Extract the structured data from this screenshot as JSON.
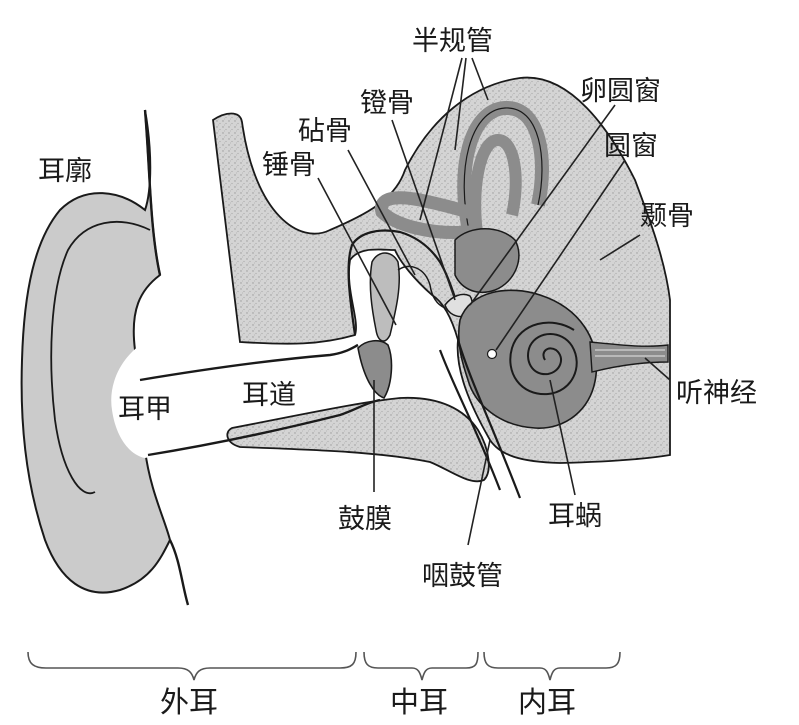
{
  "labels": {
    "pinna": "耳廓",
    "concha": "耳甲",
    "ear_canal": "耳道",
    "malleus": "锤骨",
    "incus": "砧骨",
    "stapes": "镫骨",
    "semicircular_canals": "半规管",
    "oval_window": "卵圆窗",
    "round_window": "圆窗",
    "temporal_bone": "颞骨",
    "auditory_nerve": "听神经",
    "cochlea": "耳蜗",
    "eardrum": "鼓膜",
    "eustachian_tube": "咽鼓管"
  },
  "sections": {
    "outer": "外耳",
    "middle": "中耳",
    "inner": "内耳"
  },
  "colors": {
    "bone": "#d2d2d2",
    "organ": "#8c8c8c",
    "pinna": "#cbcbcb",
    "line": "#1a1a1a"
  }
}
